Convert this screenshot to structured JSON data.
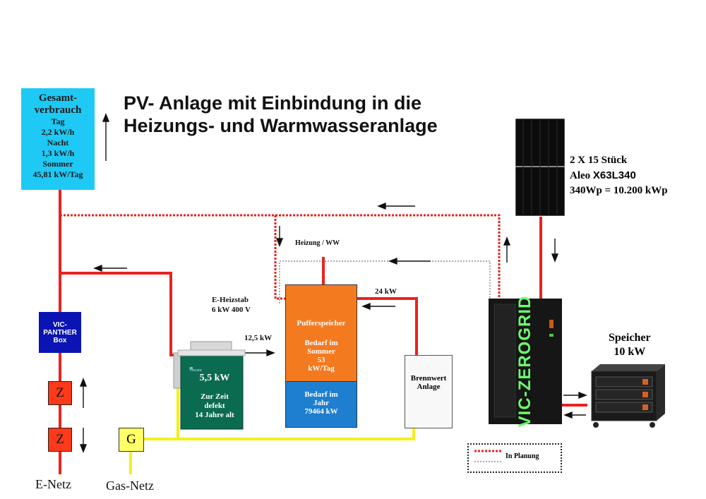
{
  "title": {
    "line1": "PV- Anlage mit Einbindung in die",
    "line2": "Heizungs- und Warmwasseranlage"
  },
  "consumption": {
    "heading1": "Gesamt-",
    "heading2": "verbrauch",
    "day_label": "Tag",
    "day_value": "2,2 kW/h",
    "night_label": "Nacht",
    "night_value": "1,3 kW/h",
    "summer_label": "Sommer",
    "summer_value": "45,81 kW/Tag"
  },
  "panther_box": {
    "line1": "VIC-",
    "line2": "PANTHER",
    "line3": "Box"
  },
  "meters": {
    "meter1": "Z",
    "meter2": "Z",
    "gas_meter": "G"
  },
  "grid": {
    "electric": "E-Netz",
    "gas": "Gas-Netz"
  },
  "heater_rod": {
    "line1": "E-Heizstab",
    "line2": "6 kW 400 V"
  },
  "flow_labels": {
    "heating": "Heizung / WW",
    "boiler_power": "12,5 kW",
    "brennwert_power": "24 kW"
  },
  "boiler": {
    "brand": "Viessm",
    "power": "5,5 kW",
    "status1": "Zur Zeit",
    "status2": "defekt",
    "status3": "14 Jahre alt"
  },
  "buffer": {
    "name": "Pufferspeicher",
    "summer1": "Bedarf im",
    "summer2": "Sommer",
    "summer3": "53",
    "summer4": "kW/Tag",
    "year1": "Bedarf im",
    "year2": "Jahr",
    "year3": "79464 kW"
  },
  "brennwert": {
    "line1": "Brennwert",
    "line2": "Anlage"
  },
  "inverter": {
    "label": "VIC-ZEROGRID"
  },
  "storage": {
    "line1": "Speicher",
    "line2": "10 kW"
  },
  "pv": {
    "line1": "2 X 15 Stück",
    "line2_prefix": "Aleo ",
    "line2_model": "X63L340",
    "line3": "340Wp = 10.200 kWp"
  },
  "legend": {
    "planned": "In Planung"
  },
  "colors": {
    "electric_line": "#e8231f",
    "gas_line": "#f5f01a",
    "consumption_box": "#1ec9f5",
    "panther_box": "#0a14b4",
    "buffer_top": "#f47a20",
    "buffer_bottom": "#1e7fd0",
    "inverter_text": "#6dff6d"
  }
}
